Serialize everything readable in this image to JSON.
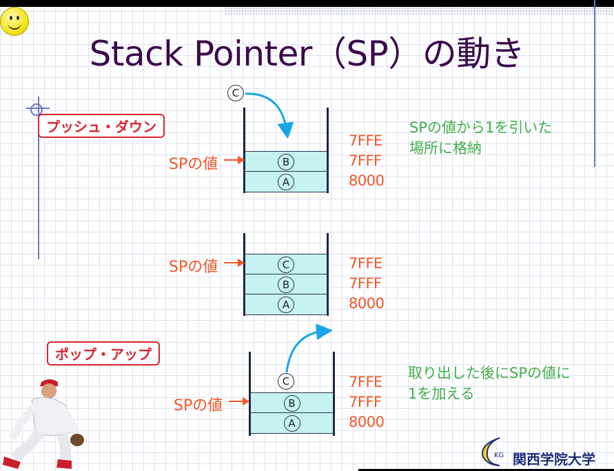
{
  "slide": {
    "title": "Stack Pointer（SP）の動き",
    "push_label": "プッシュ・ダウン",
    "pop_label": "ポップ・アップ",
    "push_note_line1": "SPの値から1を引いた",
    "push_note_line2": "場所に格納",
    "pop_note_line1": "取り出した後にSPの値に",
    "pop_note_line2": "1を加える",
    "sp_label": "SPの値",
    "items": {
      "a": "A",
      "b": "B",
      "c": "C"
    },
    "addresses": [
      "7FFE",
      "7FFF",
      "8000"
    ],
    "logo_text": "関西学院大学",
    "colors": {
      "title": "#3a0a4a",
      "label_red": "#d9232f",
      "address_orange": "#f25526",
      "note_green": "#3fae49",
      "cell_fill": "#c6f2f2",
      "arrow_blue": "#1aa6e6"
    }
  }
}
